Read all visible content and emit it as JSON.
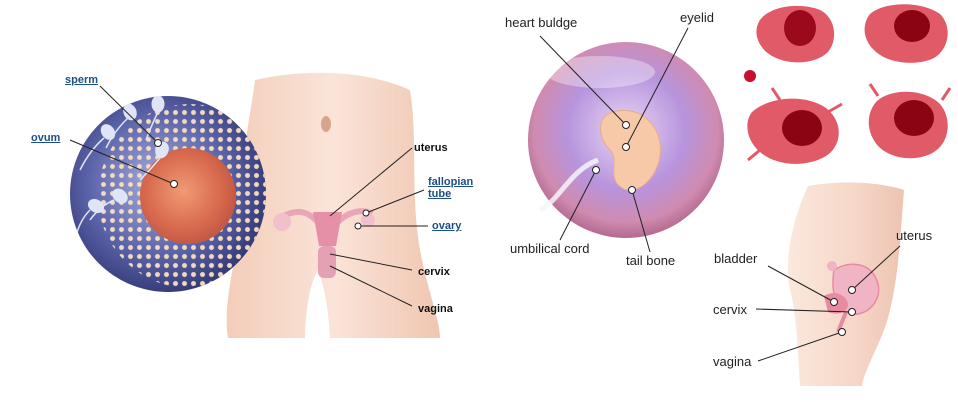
{
  "panel_conception": {
    "labels": {
      "sperm": "sperm",
      "ovum": "ovum",
      "uterus": "uterus",
      "fallopian_tube_line1": "fallopian",
      "fallopian_tube_line2": "tube",
      "ovary": "ovary",
      "cervix": "cervix",
      "vagina": "vagina"
    },
    "colors": {
      "link_label": "#1d4f86",
      "sphere": "#5a63a8",
      "ovum": "#e07a5c",
      "skin": "#f6d8c8"
    }
  },
  "panel_embryo": {
    "labels": {
      "heart_bulge": "heart buldge",
      "eyelid": "eyelid",
      "umbilical_cord": "umbilical cord",
      "tail_bone": "tail bone"
    },
    "colors": {
      "sphere": "#b794dd",
      "embryo": "#f7c9a8"
    }
  },
  "panel_blood": {
    "colors": {
      "blood": "#c8102e",
      "dark": "#7a0010"
    }
  },
  "panel_pelvis": {
    "labels": {
      "uterus": "uterus",
      "bladder": "bladder",
      "cervix": "cervix",
      "vagina": "vagina"
    },
    "colors": {
      "skin": "#f7dcd0",
      "organ": "#e88aa0"
    }
  }
}
